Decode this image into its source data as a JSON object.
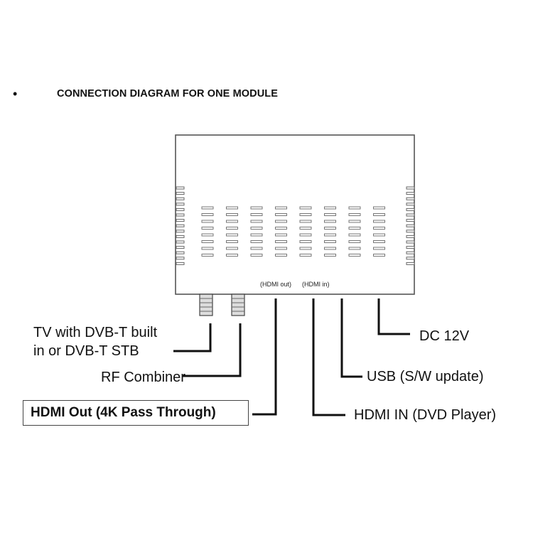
{
  "title": "CONNECTION DIAGRAM FOR ONE MODULE",
  "bullet": "•",
  "ports": {
    "hdmi_out": "(HDMI out)",
    "hdmi_in": "(HDMI in)"
  },
  "labels": {
    "tv": "TV with DVB-T built",
    "tv_line2": "in or DVB-T STB",
    "rf": "RF Combiner",
    "hdmi_out": "HDMI Out (4K Pass Through)",
    "hdmi_in": "HDMI IN (DVD Player)",
    "usb": "USB (S/W update)",
    "dc": "DC 12V"
  }
}
